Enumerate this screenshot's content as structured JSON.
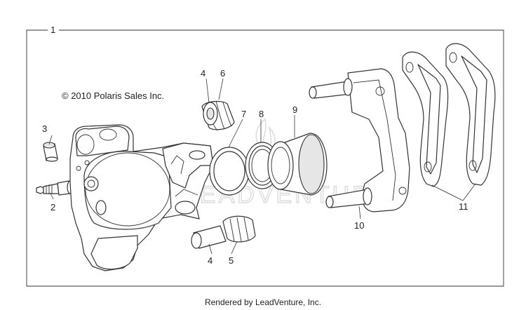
{
  "diagram": {
    "copyright": "© 2010 Polaris Sales Inc.",
    "watermark": "LEADVENTURE",
    "callouts": {
      "c1": "1",
      "c2": "2",
      "c3": "3",
      "c4a": "4",
      "c6": "6",
      "c7": "7",
      "c8": "8",
      "c9": "9",
      "c4b": "4",
      "c5": "5",
      "c10": "10",
      "c11": "11"
    }
  },
  "footer": {
    "text": "Rendered by LeadVenture, Inc."
  }
}
